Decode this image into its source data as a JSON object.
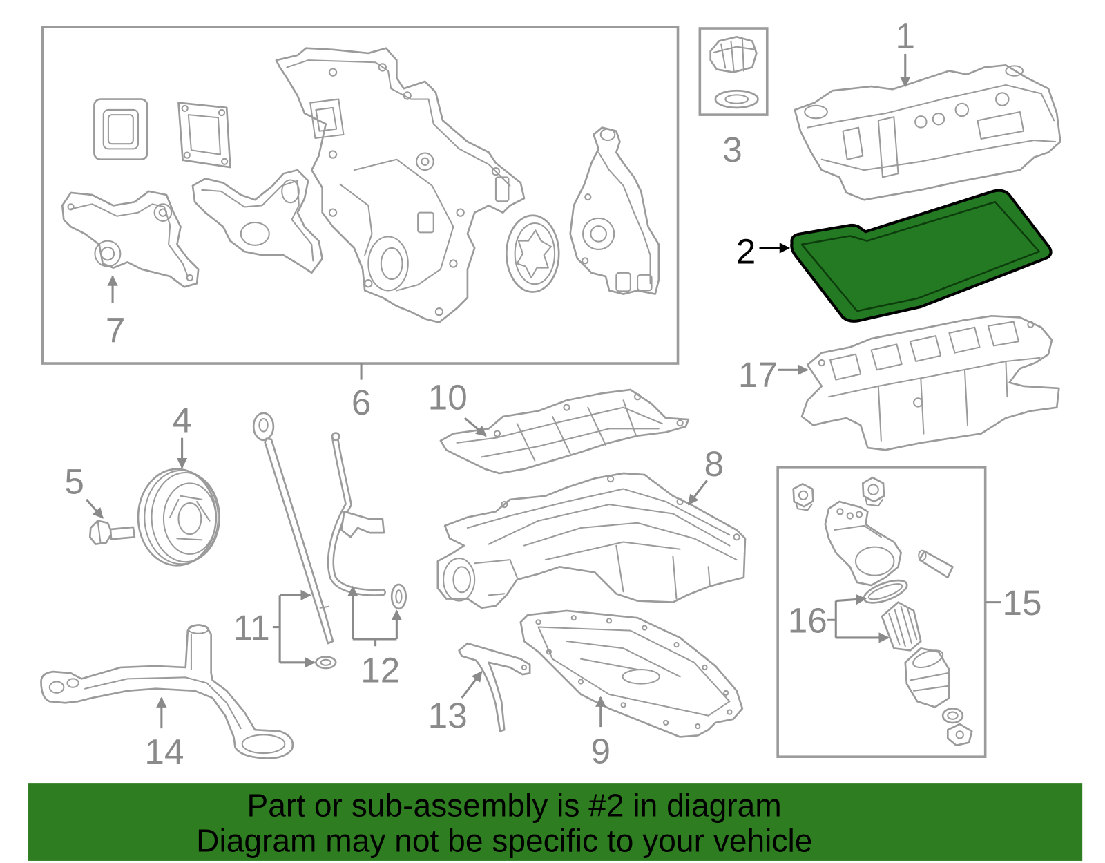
{
  "callouts": [
    "1",
    "2",
    "3",
    "4",
    "5",
    "6",
    "7",
    "8",
    "9",
    "10",
    "11",
    "12",
    "13",
    "14",
    "15",
    "16",
    "17"
  ],
  "banner": {
    "line1": "Part or sub-assembly is #2 in diagram",
    "line2": "Diagram may not be specific to your vehicle"
  },
  "colors": {
    "highlight": "#247a23",
    "banner": "#2f7d21",
    "linework": "#9b9b9b",
    "label": "#8a8a8a",
    "highlighted_label": "#000000"
  }
}
